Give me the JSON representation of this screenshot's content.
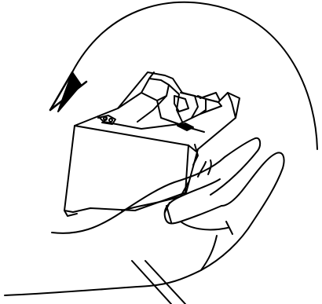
{
  "illustration": {
    "stroke_color": "#000000",
    "fill_color": "#ffffff",
    "elements": [
      {
        "name": "rotation-arrow-icon",
        "description_label": ""
      },
      {
        "name": "device-housing"
      },
      {
        "name": "left-hand"
      },
      {
        "name": "right-hand"
      }
    ]
  }
}
